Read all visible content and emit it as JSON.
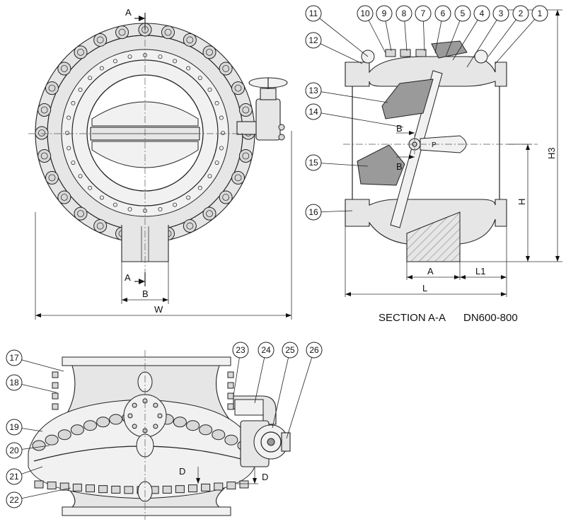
{
  "drawing": {
    "caption_section": "SECTION A-A",
    "caption_size": "DN600-800",
    "front_view": {
      "section_marker": "A",
      "dim_labels": {
        "b": "B",
        "w": "W",
        "a_bottom": "A"
      }
    },
    "section_view": {
      "dim_labels": {
        "a": "A",
        "l1": "L1",
        "l": "L",
        "h": "H",
        "h3": "H3",
        "b_upper": "B",
        "b_lower": "B",
        "p": "P"
      },
      "callouts": [
        "1",
        "2",
        "3",
        "4",
        "5",
        "6",
        "7",
        "8",
        "9",
        "10",
        "11",
        "12",
        "13",
        "14",
        "15",
        "16"
      ]
    },
    "bottom_view": {
      "dim_labels": {
        "d_left": "D",
        "d_right": "D"
      },
      "callouts": [
        "17",
        "18",
        "19",
        "20",
        "21",
        "22",
        "23",
        "24",
        "25",
        "26"
      ]
    }
  }
}
